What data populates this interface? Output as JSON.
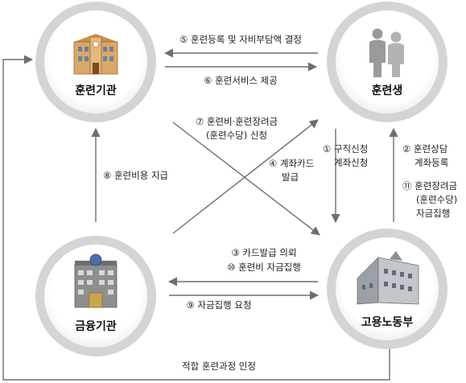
{
  "nodes": {
    "training_institution": "훈련기관",
    "trainee": "훈련생",
    "financial_institution": "금융기관",
    "ministry": "고용노동부"
  },
  "flows": {
    "f5": "⑤ 훈련등록 및 자비부담액 결정",
    "f6": "⑥ 훈련서비스 제공",
    "f7_line1": "⑦ 훈련비·훈련장려금",
    "f7_line2": "(훈련수당) 신청",
    "f4_line1": "④ 계좌카드",
    "f4_line2": "발급",
    "f1_line1": "① 구직신청",
    "f1_line2": "계좌신청",
    "f2_line1": "② 훈련상담",
    "f2_line2": "계좌등록",
    "f11_line1": "⑪ 훈련장려금",
    "f11_line2": "(훈련수당)",
    "f11_line3": "자금집행",
    "f8": "⑧ 훈련비용 지급",
    "f3": "③ 카드발급 의뢰",
    "f10": "⑩ 훈련비 자금집행",
    "f9": "⑨ 자금집행 요청",
    "bottom": "적합 훈련과정 인정"
  }
}
